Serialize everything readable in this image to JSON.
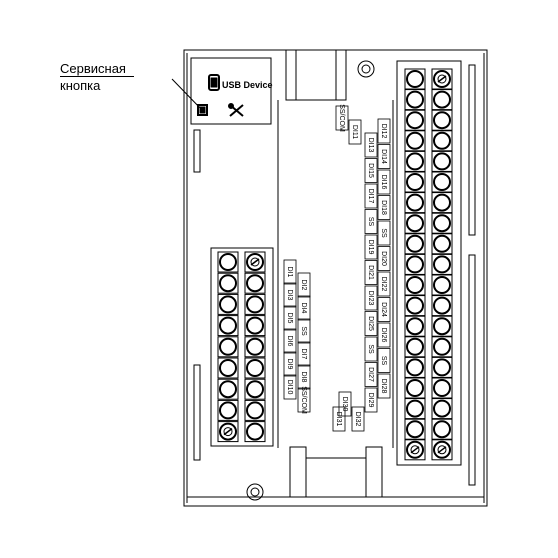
{
  "callout": {
    "line1": "Сервисная",
    "line2": "кнопка"
  },
  "usb_label": "USB Device",
  "left_terminals": {
    "col_a": [
      "DI1",
      "DI3",
      "DI5",
      "DI6",
      "DI9",
      "DI10"
    ],
    "col_b": [
      "DI2",
      "DI4",
      "SS",
      "DI7",
      "DI8",
      "SS/COM"
    ]
  },
  "right_terminals": {
    "top": [
      "SS/COM",
      "DI11"
    ],
    "col_a": [
      "DI12",
      "DI14",
      "DI16",
      "DI18",
      "SS",
      "DI20",
      "DI22",
      "DI24",
      "DI26",
      "SS",
      "DI28"
    ],
    "col_b": [
      "DI13",
      "DI15",
      "DI17",
      "SS",
      "DI19",
      "DI21",
      "DI23",
      "DI25",
      "SS",
      "DI27",
      "DI29"
    ],
    "bottom_a": [
      "DI30",
      "DI31"
    ],
    "bottom_b": [
      "DI32"
    ]
  }
}
